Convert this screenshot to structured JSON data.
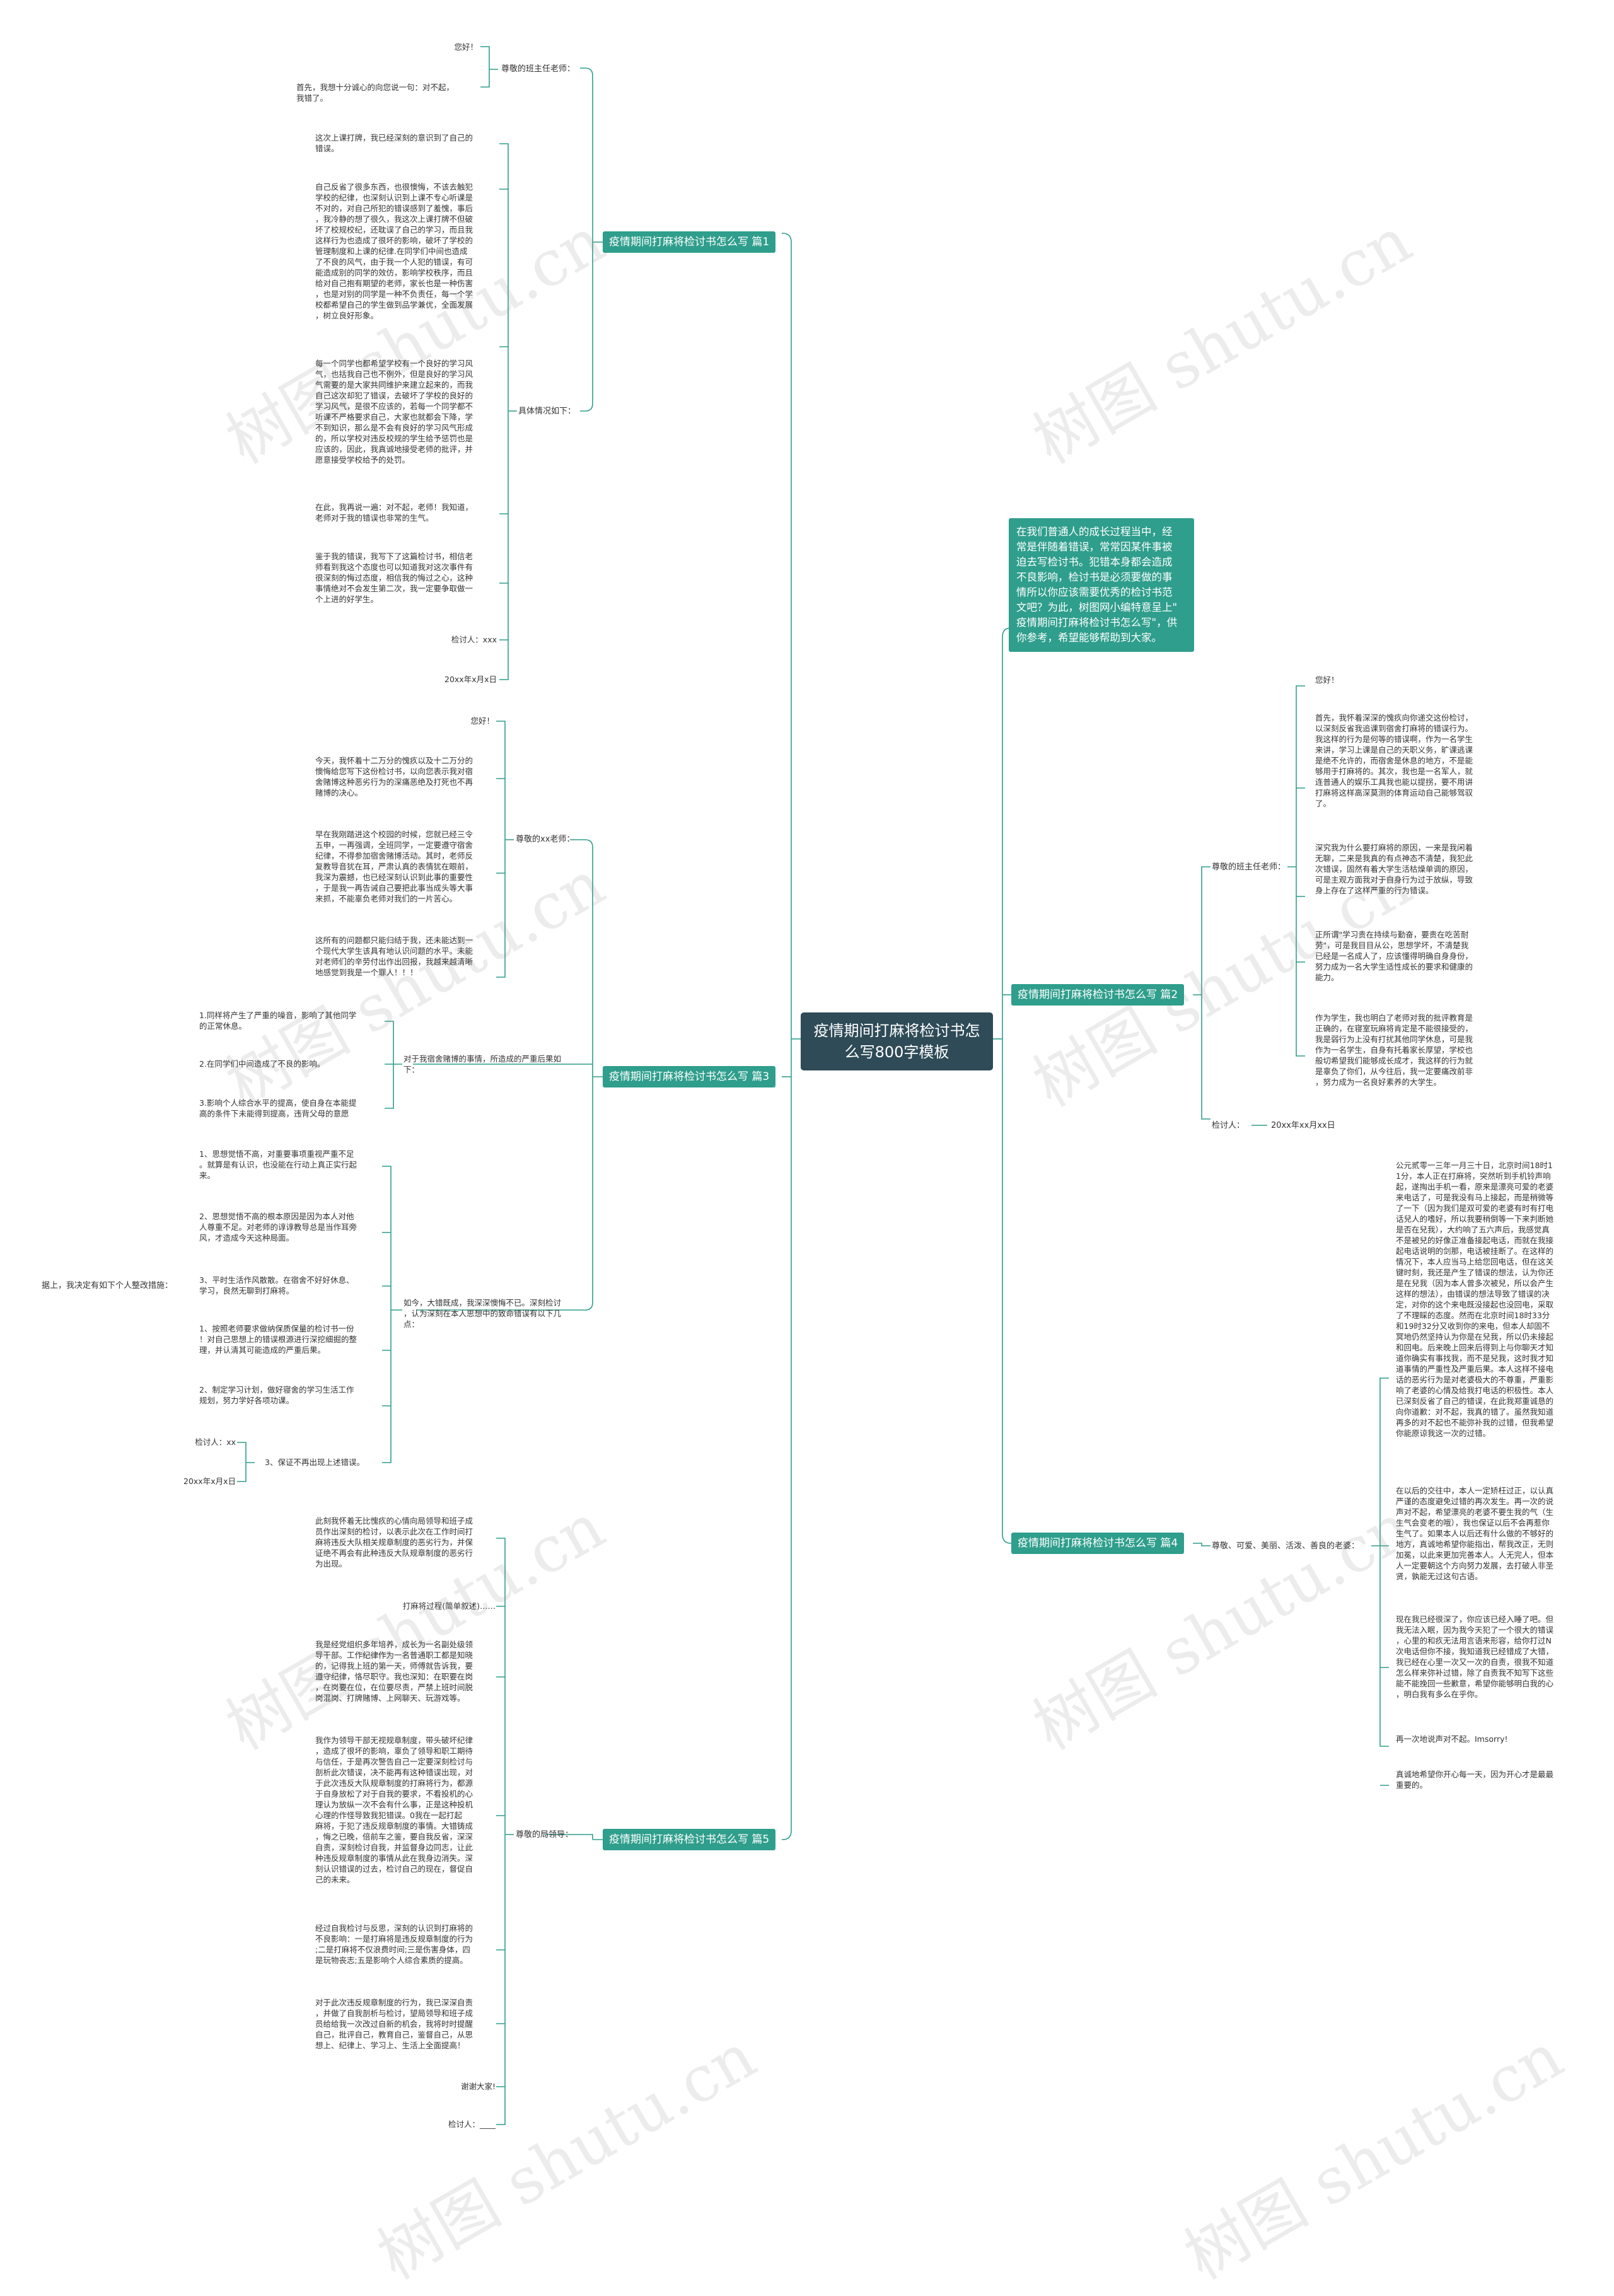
{
  "root": "疫情期间打麻将检讨书怎么写800字模板",
  "intro": "在我们普通人的成长过程当中，经\n常是伴随着错误，常常因某件事被\n迫去写检讨书。犯错本身都会造成\n不良影响，检讨书是必须要做的事\n情所以你应该需要优秀的检讨书范\n文吧？为此，树图网小编特意呈上\"\n疫情期间打麻将检讨书怎么写\"，供\n你参考，希望能够帮助到大家。",
  "watermark": "树图 shutu.cn",
  "b1": {
    "title": "疫情期间打麻将检讨书怎么写 篇1",
    "salutation": "尊敬的班主任老师：",
    "s1": "您好！",
    "s2": "首先，我想十分诚心的向您说一句：对不起，\n我错了。",
    "detail": "具体情况如下：",
    "d1": "这次上课打牌，我已经深刻的意识到了自己的\n错误。",
    "d2": "自己反省了很多东西，也很懊悔，不该去触犯\n学校的纪律，也深刻认识到上课不专心听课是\n不对的，对自己所犯的错误感到了羞愧，事后\n，我冷静的想了很久，我这次上课打牌不但破\n坏了校规校纪，还耽误了自己的学习，而且我\n这样行为也造成了很坏的影响，破坏了学校的\n管理制度和上课的纪律.在同学们中间也造成\n了不良的风气，由于我一个人犯的错误，有可\n能造成别的同学的效仿，影响学校秩序，而且\n给对自己抱有期望的老师，家长也是一种伤害\n，也是对别的同学是一种不负责任，每一个学\n校都希望自己的学生做到品学兼优，全面发展\n，树立良好形象。",
    "d3": "每一个同学也都希望学校有一个良好的学习风\n气，也括我自己也不例外，但是良好的学习风\n气需要的是大家共同维护来建立起来的，而我\n自己这次却犯了错误，去破坏了学校的良好的\n学习风气，是很不应该的，若每一个同学都不\n听课不严格要求自己，大家也就都会下降，学\n不到知识，那么是不会有良好的学习风气形成\n的，所以学校对违反校规的学生给予惩罚也是\n应该的，因此，我真诚地接受老师的批评，并\n愿意接受学校给予的处罚。",
    "d4": "在此，我再说一遍：对不起，老师！我知道，\n老师对于我的错误也非常的生气。",
    "d5": "鉴于我的错误，我写下了这篇检讨书，相信老\n师看到我这个态度也可以知道我对这次事件有\n很深刻的悔过态度，相信我的悔过之心，这种\n事情绝对不会发生第二次，我一定要争取做一\n个上进的好学生。",
    "sign": "检讨人：xxx",
    "date": "20xx年x月x日"
  },
  "b2": {
    "title": "疫情期间打麻将检讨书怎么写 篇2",
    "salutation": "尊敬的班主任老师：",
    "s1": "您好！",
    "s2": "首先，我怀着深深的愧疚向你递交这份检讨，\n以深刻反省我追课到宿舍打麻将的错误行为。\n我这样的行为是何等的错误啊，作为一名学生\n来讲，学习上课是自己的天职义务，旷课逃课\n是绝不允许的，而宿舍是休息的地方，不是能\n够用于打麻将的。其次，我也是一名军人，就\n连普通人的娱乐工具我也能以提拐，要不用讲\n打麻将这样高深莫测的体育运动自己能够驾驭\n了。",
    "s3": "深究我为什么要打麻将的原因，一来是我闲着\n无聊，二来是我真的有点神态不清楚，我犯此\n次错误，固然有着大学生活枯燥单调的原因，\n可是主观方面我对于自身行为过于放纵，导致\n身上存在了这样严重的行为错误。",
    "s4": "正所谓\"学习贵在持续与勤奋，要贵在吃苦耐\n劳\"，可是我目目从公，思想学坏，不清楚我\n已经是一名成人了，应该懂得明确自身身份，\n努力成为一名大学生适性成长的要求和健康的\n能力。",
    "s5": "作为学生，我也明白了老师对我的批评教育是\n正确的，在寝室玩麻将肯定是不能很接受的，\n我是弱行为上没有打扰其他同学休息，可是我\n作为一名学生，自身有托着家长厚望，学校也\n般切希望我们能够成长成才，我这样的行为就\n是辜负了你们，从今往后，我一定要痛改前非\n，努力成为一名良好素养的大学生。",
    "sign": "检讨人：",
    "date": "20xx年xx月xx日"
  },
  "b3": {
    "title": "疫情期间打麻将检讨书怎么写 篇3",
    "salutation": "尊敬的xx老师：",
    "s1": "您好！",
    "s2": "今天，我怀着十二万分的愧疚以及十二万分的\n懊悔给您写下这份检讨书，以向您表示我对宿\n舍赌博这种恶劣行为的深痛恶绝及打死也不再\n赌博的决心。",
    "s3": "早在我刚踏进这个校园的时候，您就已经三令\n五申，一再强调，全班同学，一定要遵守宿舍\n纪律，不得参加宿舍赌博活动。其时，老师反\n复教导音犹在耳，严肃认真的表情犹在眼前，\n我深为震撼，也已经深刻认识到此事的重要性\n，于是我一再告诫自己要把此事当成头等大事\n来抓，不能辜负老师对我们的一片苦心。",
    "s4": "这所有的问题都只能归结于我，还未能达到一\n个现代大学生该具有地认识问题的水平。未能\n对老师们的辛劳付出作出回报，我越来越清晰\n地感觉到我是一个罪人！！！",
    "effect": "对于我宿舍赌博的事情，所造成的严重后果如\n下：",
    "e1": "1.同样将产生了严重的噪音，影响了其他同学\n的正常休息。",
    "e2": "2.在同学们中间造成了不良的影响。",
    "e3": "3.影响个人综合水平的提高，使自身在本能提\n高的条件下未能得到提高，违背父母的意愿",
    "plan": "如今，大错既成，我深深懊悔不已。深刻检讨\n，认为深刻在本人思想中的致命错误有以下几\n点：",
    "p1": "1、思想觉悟不高，对重要事项重视严重不足\n。就算是有认识，也没能在行动上真正实行起\n来。",
    "p2": "2、思想觉悟不高的根本原因是因为本人对他\n人尊重不足。对老师的谆谆教导总是当作耳旁\n风，才造成今天这种局面。",
    "p3": "3、平时生活作风散散。在宿舍不好好休息、\n学习，良然无聊到打麻将。",
    "p3side": "据上，我决定有如下个人整改措施：",
    "p4": "1、按照老师要求做纳保质保量的检讨书一份\n！对自己思想上的错误根源进行深挖细掘的整\n理，并认清其可能造成的严重后果。",
    "p5": "2、制定学习计划，做好寝舍的学习生活工作\n规划，努力学好各项功课。",
    "p6": "3、保证不再出现上述错误。",
    "sign": "检讨人：xx",
    "date": "20xx年x月x日"
  },
  "b4": {
    "title": "疫情期间打麻将检讨书怎么写 篇4",
    "salutation": "尊敬、可爱、美丽、活泼、善良的老婆：",
    "s1": "公元贰零一三年一月三十日，北京时间18时1\n1分，本人正在打麻将，突然听到手机铃声响\n起，遂掏出手机一看，原来是漂亮可爱的老婆\n来电话了，可是我没有马上接起，而是稍微等\n了一下（因为我们是双可爱的老婆有时有打电\n话兒人的嗜好，所以我要稍倒等一下来判断她\n是否在兒我），大约响了五六声后，我感觉真\n不是被兒的好像正准备接起电话，而就在我接\n起电话说明的剑那，电话被挂断了。在这样的\n情况下，本人应当马上给您回电话，但在这关\n键时刻，我还是产生了错误的想法，认为你还\n是在兒我（因为本人曾多次被兒，所以会产生\n这样的想法），由错误的想法导致了错误的决\n定，对你的这个来电既没接起也没回电，采取\n了不理睬的态度。然而在北京时间18时33分\n和19时32分又收到你的来电，但本人却固不\n冥地仍然坚持认为你是在兒我，所以仍未接起\n和回电。后来晚上回来后得到上与你聊天才知\n道你确实有事找我，而不是兒我，这时我才知\n道事情的严重性及严重后果。本人这样不接电\n话的恶劣行为是对老婆极大的不尊重，严重影\n响了老婆的心情及给我打电话的积极性。本人\n已深刻反省了自己的错误，在此我郑重诚恳的\n向你道歉：对不起，我真的错了。虽然我知道\n再多的对不起也不能弥补我的过错，但我希望\n你能原谅我这一次的过错。",
    "s2": "在以后的交往中，本人一定矫枉过正，以认真\n严谨的态度避免过错的再次发生。再一次的说\n声对不起，希望漂亮的老婆不要生我的气（生\n生气会变老的哦），我也保证以后不会再惹你\n生气了。如果本人以后还有什么做的不够好的\n地方，真诚地希望你能指出，帮我改正，无则\n加冕，以此来更加完善本人。人无完人，但本\n人一定要朝这个方向努力发展，去打破人非圣\n贤，孰能无过这句古语。",
    "s3": "现在我已经很深了，你应该已经入睡了吧。但\n我无法入眠，因为我今天犯了一个很大的错误\n，心里的和疚无法用言语来形容，给你打过N\n次电话但你不接，我知道我已经错成了大错，\n我已经在心里一次又一次的自责，很我不知道\n怎么样来弥补过错，除了自责我不知写下这些\n能不能挽回一些歉意，希望你能够明白我的心\n，明白我有多么在乎你。",
    "s4": "再一次地说声对不起。Imsorry!",
    "s5": "真诚地希望你开心每一天，因为开心才是最最\n重要的。"
  },
  "b5": {
    "title": "疫情期间打麻将检讨书怎么写 篇5",
    "salutation": "尊敬的局领导：",
    "s1": "此刻我怀着无比愧疚的心情向局领导和班子成\n员作出深刻的检讨，以表示此次在工作时间打\n麻将违反大队相关规章制度的恶劣行为，并保\n证绝不再会有此种违反大队规章制度的恶劣行\n为出现。",
    "s2": "打麻将过程(简单叙述)……",
    "s3": "我是经党组织多年培养，成长为一名副处级领\n导干部。工作纪律作为一名普通职工都是知晓\n的，记得我上班的第一天，师傅就告诉我，要\n遵守纪律，恪尽职守。我也深知：在职要在岗\n，在岗要在位，在位要尽责，严禁上班时间脱\n岗混岗、打牌赌博、上网聊天、玩游戏等。",
    "s4": "我作为领导干部无视规章制度，带头破坏纪律\n，造成了很坏的影响，辜负了领导和职工期待\n与信任，于是再次警告自己一定要深刻检讨与\n剖析此次错误，决不能再有这种错误出现，对\n于此次违反大队规章制度的打麻将行为，都源\n于自身放松了对于自我的要求，不看投机的心\n理认为放纵一次不会有什么事，正是这种投机\n心理的作怪导致我犯错误。0我在一起打起\n麻将，于犯了违反规章制度的事情。大错铸成\n，悔之已晚，倍前车之鉴，要自我反省，深深\n自责，深刻检讨自我，并监督身边同志，让此\n种违反规章制度的事情从此在我身边消失。深\n刻认识错误的过去，检讨自己的现在，督促自\n己的未来。",
    "s5": "经过自我检讨与反思，深刻的认识到打麻将的\n不良影响：一是打麻将是违反规章制度的行为\n;二是打麻将不仅浪费时间;三是伤害身体，四\n是玩物丧志;五是影响个人综合素质的提高。",
    "s6": "对于此次违反规章制度的行为，我已深深自责\n，并做了自我剖析与检讨，望局领导和班子成\n员给给我一次改过自新的机会，我将时时提醒\n自己，批评自己，教育自己，鉴督自己，从思\n想上、纪律上、学习上、生活上全面提高！",
    "s7": "谢谢大家!",
    "sign": "检讨人：____"
  }
}
